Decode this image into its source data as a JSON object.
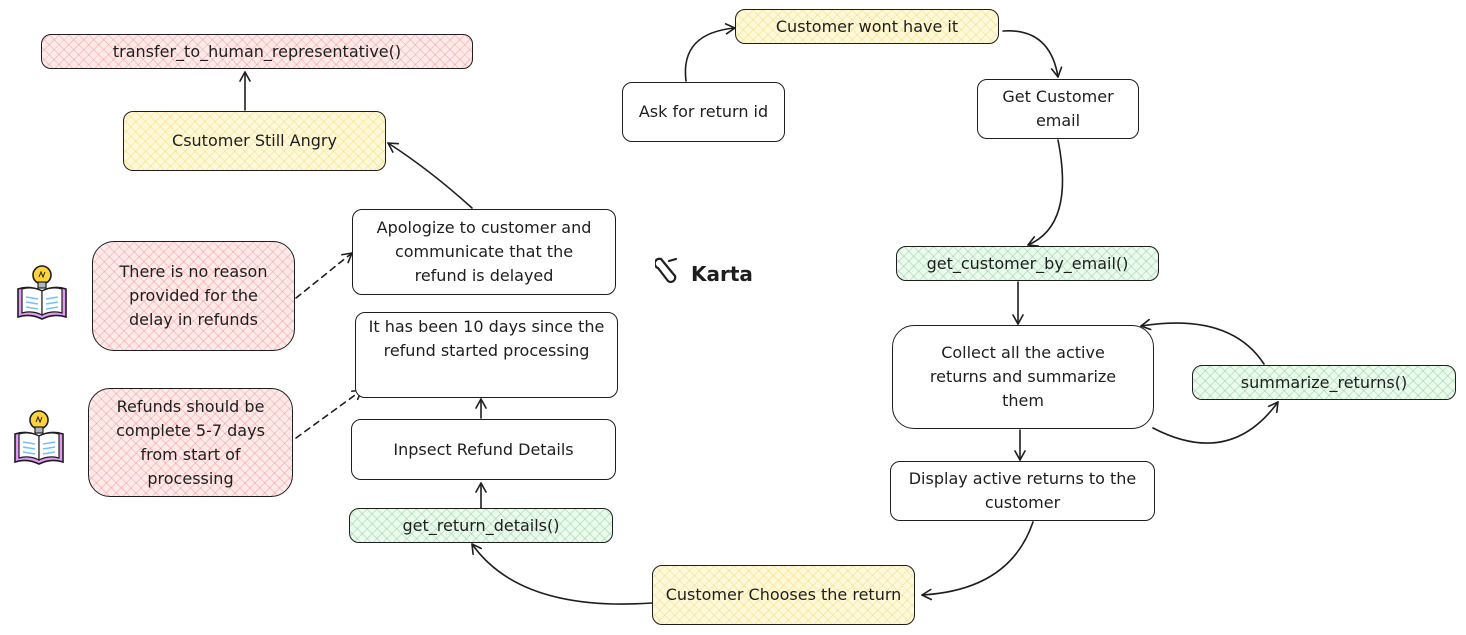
{
  "brand": {
    "name": "Karta",
    "icon": "karta-logo-icon"
  },
  "nodes": {
    "transfer": "transfer_to_human_representative()",
    "still_angry": "Csutomer Still Angry",
    "apologize": "Apologize to customer and communicate that the refund is delayed",
    "no_reason": "There is no reason provided for the delay in refunds",
    "ten_days": "It has been 10 days since the refund started processing",
    "refund_norm": "Refunds should be complete 5-7 days from start of processing",
    "inspect": "Inpsect Refund Details",
    "get_return_details": "get_return_details()",
    "chooses_return": "Customer Chooses the return",
    "display_returns": "Display active returns to the customer",
    "collect_returns": "Collect all the active returns and summarize them",
    "summarize_returns": "summarize_returns()",
    "get_customer_by_email": "get_customer_by_email()",
    "get_email": "Get Customer email",
    "wont_have_it": "Customer wont have it",
    "ask_return_id": "Ask for return id"
  },
  "icons": {
    "knowledge_1": "book-lightbulb-icon",
    "knowledge_2": "book-lightbulb-icon"
  },
  "colors": {
    "stroke": "#1e1e1e",
    "red_fill": "#ffeaea",
    "yellow_fill": "#fff9db",
    "green_fill": "#ebfbee"
  }
}
